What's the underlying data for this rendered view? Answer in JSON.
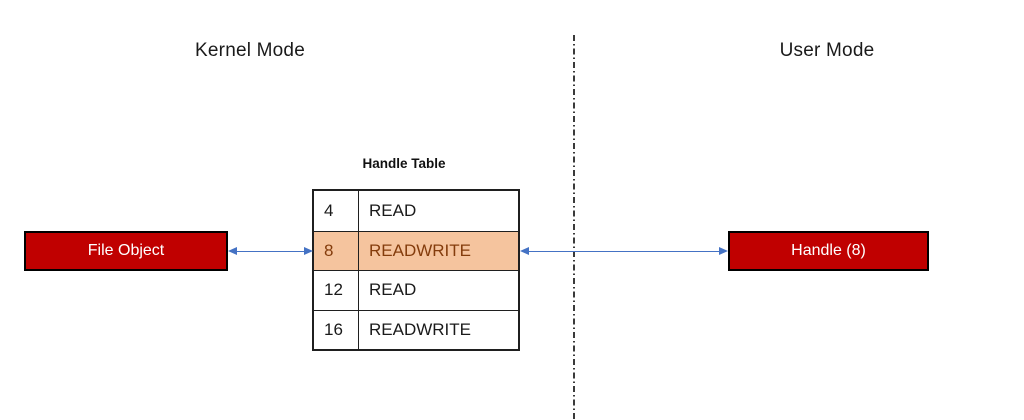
{
  "diagram": {
    "kernel_mode_label": "Kernel Mode",
    "user_mode_label": "User Mode",
    "file_object_label": "File Object",
    "handle_box_label": "Handle (8)",
    "handle_table": {
      "title": "Handle Table",
      "rows": [
        {
          "handle": "4",
          "access": "READ",
          "highlighted": false
        },
        {
          "handle": "8",
          "access": "READWRITE",
          "highlighted": true
        },
        {
          "handle": "12",
          "access": "READ",
          "highlighted": false
        },
        {
          "handle": "16",
          "access": "READWRITE",
          "highlighted": false
        }
      ]
    },
    "colors": {
      "box_fill": "#C00000",
      "box_border": "#000000",
      "box_text": "#FFFFFF",
      "arrow": "#4472C4",
      "highlight_fill": "#F5C49E",
      "highlight_text": "#843C0C",
      "table_border": "#1F1F1F",
      "divider_line": "#3A3A3A",
      "background": "#FFFFFF"
    }
  }
}
